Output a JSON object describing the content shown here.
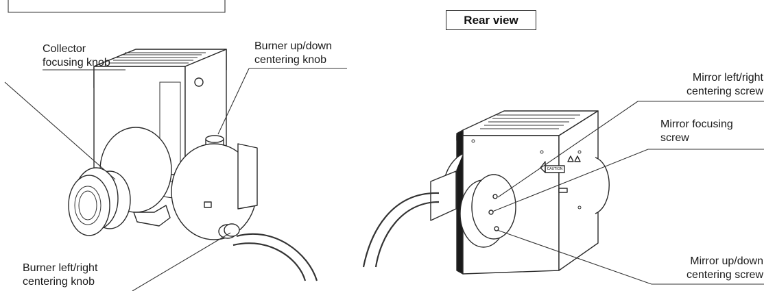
{
  "title_box_text": "",
  "rear_view_title": "Rear view",
  "front_labels": {
    "collector_line1": "Collector",
    "collector_line2": "focusing knob",
    "burner_ud_line1": "Burner up/down",
    "burner_ud_line2": "centering knob",
    "burner_lr_line1": "Burner left/right",
    "burner_lr_line2": "centering knob"
  },
  "rear_labels": {
    "mirror_lr_line1": "Mirror left/right",
    "mirror_lr_line2": "centering screw",
    "mirror_focus_line1": "Mirror focusing",
    "mirror_focus_line2": "screw",
    "mirror_ud_line1": "Mirror up/down",
    "mirror_ud_line2": "centering screw"
  },
  "device_markings": {
    "caution_label": "CAUTION"
  }
}
